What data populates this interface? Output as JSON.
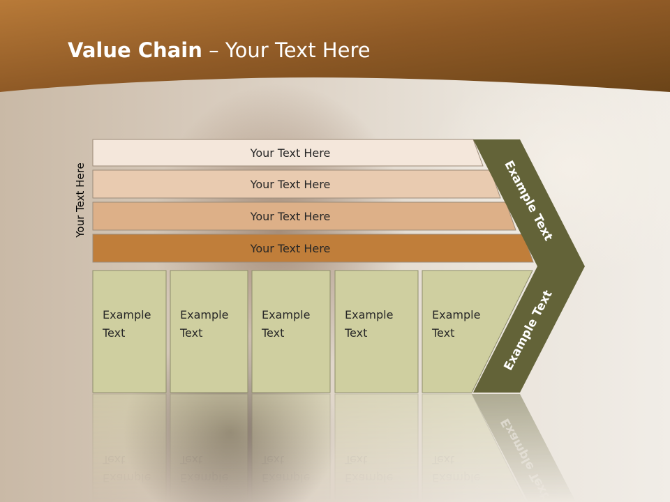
{
  "slide": {
    "title_bold": "Value Chain",
    "title_rest": " – Your Text Here",
    "side_label": "Your Text Here"
  },
  "bars": [
    {
      "label": "Your Text Here",
      "color": "#f4e7db"
    },
    {
      "label": "Your Text Here",
      "color": "#e9cbb0"
    },
    {
      "label": "Your Text Here",
      "color": "#ddb088"
    },
    {
      "label": "Your Text Here",
      "color": "#c07e3a"
    }
  ],
  "cells": [
    {
      "line1": "Example",
      "line2": "Text"
    },
    {
      "line1": "Example",
      "line2": "Text"
    },
    {
      "line1": "Example",
      "line2": "Text"
    },
    {
      "line1": "Example",
      "line2": "Text"
    },
    {
      "line1": "Example",
      "line2": "Text"
    }
  ],
  "chevron": {
    "upper_text": "Example Text",
    "lower_text": "Example Text",
    "color": "#636338"
  },
  "colors": {
    "header": "#9a5f22",
    "cell_fill": "#cfcfa0",
    "cell_border": "#8e8e6a"
  }
}
